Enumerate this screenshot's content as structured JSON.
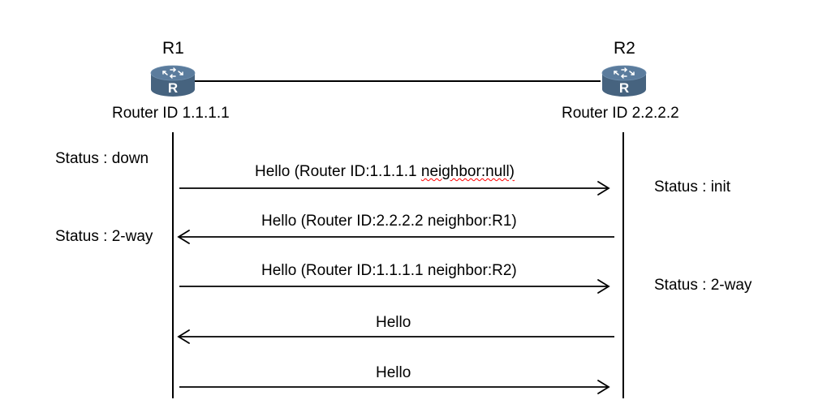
{
  "diagram": {
    "title": "OSPF Neighbor State Machine Hello Exchange",
    "background_color": "#ffffff",
    "line_color": "#000000",
    "router_body_color": "#46637f",
    "router_top_color": "#5b7c9d",
    "spellcheck_underline_color": "#ff0000"
  },
  "nodes": [
    {
      "name_label": "R1",
      "id_label": "Router ID 1.1.1.1",
      "icon": "router-icon",
      "glyph": "R"
    },
    {
      "name_label": "R2",
      "id_label": "Router ID 2.2.2.2",
      "icon": "router-icon",
      "glyph": "R"
    }
  ],
  "link": {
    "label": "",
    "style": "solid"
  },
  "left_states": [
    {
      "label": "Status : down"
    },
    {
      "label": "Status : 2-way"
    }
  ],
  "right_states": [
    {
      "label": "Status : init"
    },
    {
      "label": "Status : 2-way"
    }
  ],
  "messages": [
    {
      "label": "Hello (Router ID:1.1.1.1 neighbor:null)",
      "plain_prefix": "Hello (Router ID:1.1.1.1 ",
      "misspelled_part": "neighbor:null)",
      "direction": "left-to-right",
      "has_spellcheck_underline": true
    },
    {
      "label": "Hello (Router ID:2.2.2.2 neighbor:R1)",
      "plain_prefix": "Hello (Router ID:2.2.2.2 neighbor:R1)",
      "misspelled_part": "",
      "direction": "right-to-left",
      "has_spellcheck_underline": false
    },
    {
      "label": "Hello (Router ID:1.1.1.1 neighbor:R2)",
      "plain_prefix": "Hello (Router ID:1.1.1.1 neighbor:R2)",
      "misspelled_part": "",
      "direction": "left-to-right",
      "has_spellcheck_underline": false
    },
    {
      "label": "Hello",
      "plain_prefix": "Hello",
      "misspelled_part": "",
      "direction": "right-to-left",
      "has_spellcheck_underline": false
    },
    {
      "label": "Hello",
      "plain_prefix": "Hello",
      "misspelled_part": "",
      "direction": "left-to-right",
      "has_spellcheck_underline": false
    }
  ]
}
